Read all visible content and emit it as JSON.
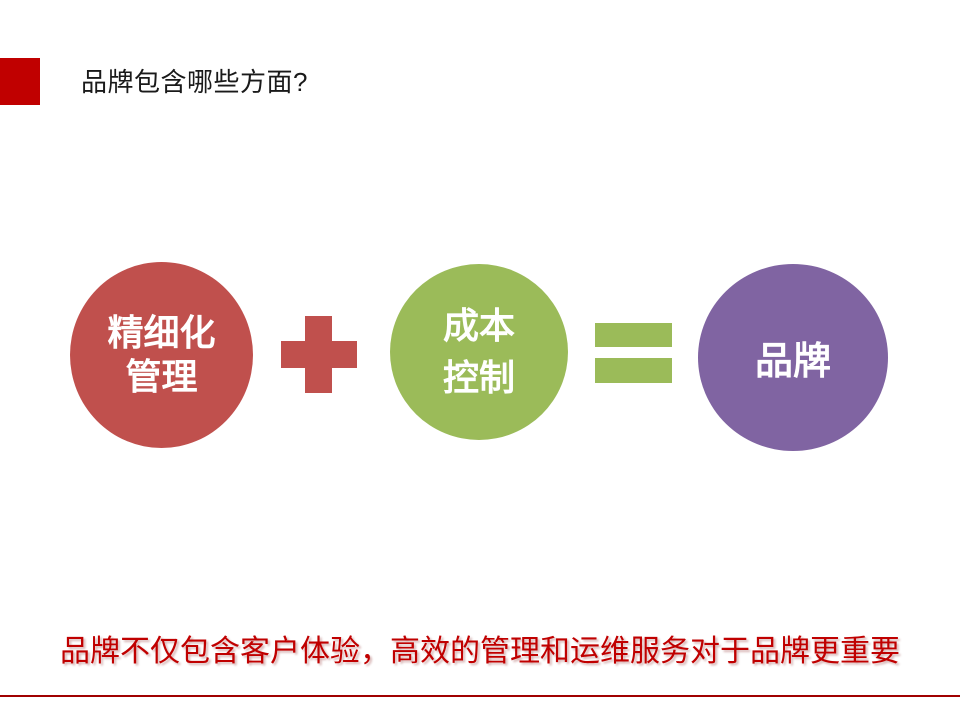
{
  "slide": {
    "title": "品牌包含哪些方面?",
    "accent_square_color": "#C00000",
    "equation": {
      "left_circle": {
        "line1": "精细化",
        "line2": "管理",
        "color": "#C0504D"
      },
      "plus_operator": {
        "symbol": "+",
        "color": "#C0504D"
      },
      "middle_circle": {
        "line1": "成本",
        "line2": "控制",
        "color": "#9BBB59"
      },
      "equals_operator": {
        "symbol": "=",
        "color": "#9BBB59"
      },
      "right_circle": {
        "label": "品牌",
        "color": "#8064A2"
      }
    },
    "footer": {
      "text": "品牌不仅包含客户体验，高效的管理和运维服务对于品牌更重要",
      "color": "#C00000",
      "divider_color": "#A00000"
    }
  }
}
